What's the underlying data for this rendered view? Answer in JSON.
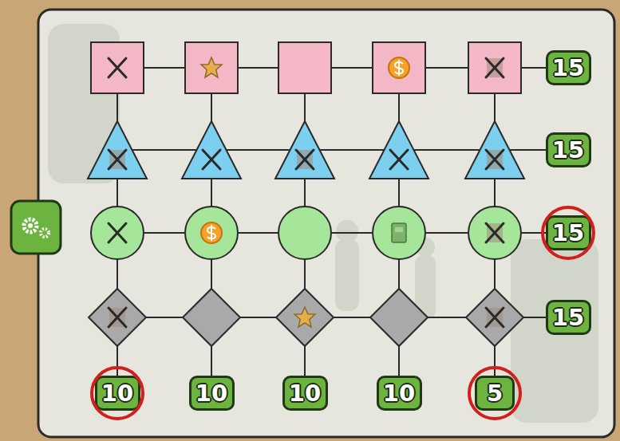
{
  "diagram": {
    "nodes": [
      {
        "text": [
          "15"
        ]
      },
      {
        "text": [
          "15"
        ]
      },
      {
        "text": [
          "15"
        ]
      },
      {
        "text": [
          "15"
        ]
      },
      {
        "text": [
          "10"
        ]
      },
      {
        "text": [
          "10"
        ]
      },
      {
        "text": [
          "10"
        ]
      },
      {
        "text": [
          "10"
        ]
      },
      {
        "text": [
          "5"
        ]
      }
    ]
  }
}
